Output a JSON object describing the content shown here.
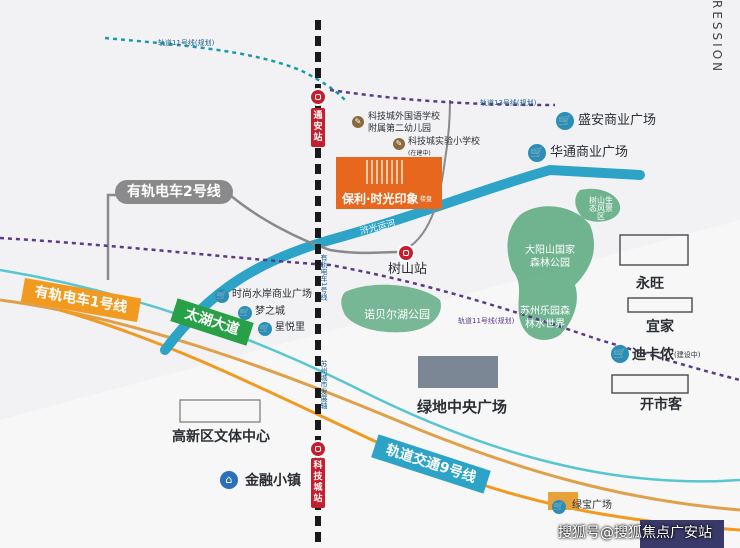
{
  "corner_text": "RESSION",
  "project": {
    "name": "保利·时光印象",
    "sub": "楼盘"
  },
  "transit_lines": {
    "tram2": "有轨电车2号线",
    "tram1": "有轨电车1号线",
    "taihu": "太湖大道",
    "metro9": "轨道交通9号线"
  },
  "station_tags": {
    "metro_station": "树山站",
    "north_vertical": "通安站",
    "south_vertical": "科技城站",
    "river": "浒光运河"
  },
  "small_labels": {
    "l11": "轨道11号线(规划)",
    "l13": "轨道13号线(规划)",
    "tram_side": "有轨电车1号线",
    "south_side": "苏州城市发展轴",
    "l11b": "轨道11号线(规划)"
  },
  "schools": [
    {
      "line1": "科技城外国语学校",
      "line2": "附属第二幼儿园"
    },
    {
      "line1": "科技城实验小学校",
      "line2": "(在建中)"
    }
  ],
  "places": {
    "shengan": "盛安商业广场",
    "huatong": "华通商业广场",
    "shushan": "树山生态风景区",
    "dayang": "大阳山国家森林公园",
    "suzhouleyuan": "苏州乐园森林水世界",
    "nuobeier": "诺贝尔湖公园",
    "shishang": "时尚水岸商业广场",
    "mengzhi": "梦之城",
    "xingyue": "星悦里",
    "yongwang": "永旺",
    "yijia": "宜家",
    "dikaxi": "迪卡侬",
    "dikaxi_note": "(建设中)",
    "kaishike": "开市客",
    "lvdi": "绿地中央广场",
    "gaoxin": "高新区文体中心",
    "jinrong": "金融小镇",
    "lvbao": "绿宝广场"
  },
  "watermark": "搜狐号@搜狐焦点广安站",
  "colors": {
    "tram1": "#f29a1f",
    "tram2": "#8a8a8a",
    "taihu": "#27a047",
    "metro9": "#2ca3c7",
    "river": "#2ca3c7",
    "project": "#e8671f",
    "metro_red": "#c71e2f",
    "dashed_purple": "#5a3a8a",
    "dashed_teal": "#1b9aa8",
    "forest": "#3e9a6a"
  }
}
